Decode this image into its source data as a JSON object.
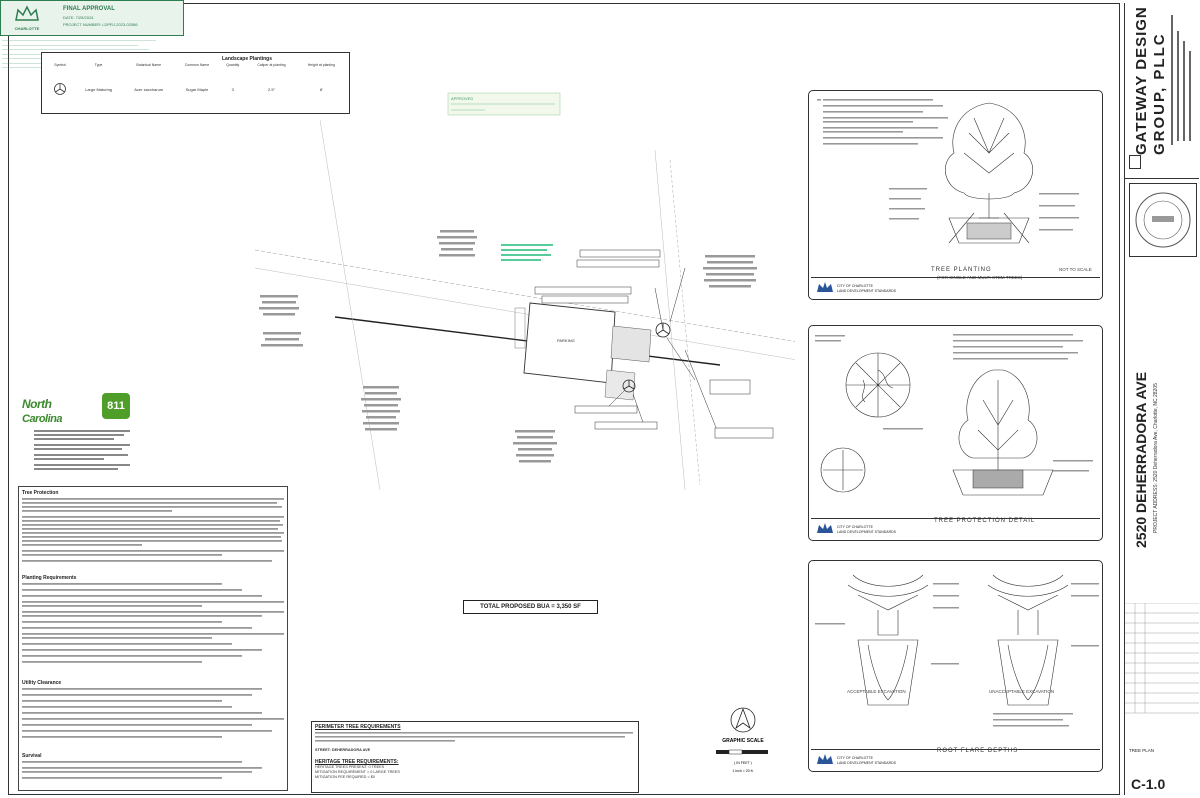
{
  "approval": {
    "org": "CHARLOTTE",
    "title": "FINAL APPROVAL",
    "date_line": "DATE: 7/25/2024",
    "project_line": "PROJECT NUMBER: LDPRJ-2023-02586",
    "color": "#2e7d4f"
  },
  "landscape_plantings": {
    "caption": "Landscape Plantings",
    "headers": [
      "Symbol",
      "Type",
      "Botanical Name",
      "Common Name",
      "Quantity",
      "Caliper at planting",
      "Height at planting"
    ],
    "rows": [
      [
        "",
        "Large Maturing",
        "Acer saccharum",
        "Sugar Maple",
        "3",
        "2.5\"",
        "8'"
      ]
    ]
  },
  "site_plan": {
    "approval_note": "APPROVED",
    "parking_label": "PARKING",
    "graphic_scale": "GRAPHIC SCALE",
    "scale_unit": "( IN FEET )",
    "scale_text": "1 inch = 20 ft."
  },
  "bua": {
    "label": "TOTAL PROPOSED BUA = 3,350 SF"
  },
  "notes": {
    "heading": "Tree Protection",
    "planting_heading": "Planting Requirements",
    "utility_heading": "Utility Clearance",
    "survival_heading": "Survival"
  },
  "perimeter": {
    "heading": "PERIMETER TREE REQUIREMENTS",
    "street": "STREET: DEHERRADORA AVE",
    "heritage": "HERITAGE TREE REQUIREMENTS:",
    "heritage_present": "HERITAGE TREES PRESENT: 0 TREES",
    "mitigation_req": "MITIGATION REQUIREMENT = 0 LARGE TREES",
    "mitigation_fee": "MITIGATION FEE REQUIRED = $0"
  },
  "details": {
    "tree_planting": {
      "title": "TREE PLANTING",
      "subtitle": "(FOR SINGLE AND MULTI-STEM TREES)",
      "scale": "NOT TO SCALE"
    },
    "tree_protection": {
      "title": "TREE PROTECTION DETAIL"
    },
    "root_flare": {
      "title": "ROOT FLARE DEPTHS",
      "acceptable": "ACCEPTABLE EXCAVATION",
      "unacceptable": "UNACCEPTABLE EXCAVATION"
    },
    "city_lines": [
      "CITY OF CHARLOTTE",
      "LAND DEVELOPMENT STANDARDS"
    ]
  },
  "titleblock": {
    "firm_line1": "GATEWAY DESIGN",
    "firm_line2": "GROUP, PLLC",
    "project_name": "2520 DEHERRADORA AVE",
    "project_address": "PROJECT ADDRESS: 2520 Deherradora Ave, Charlotte, NC 28205",
    "sheet_title": "TREE PLAN",
    "sheet_number": "C-1.0"
  }
}
